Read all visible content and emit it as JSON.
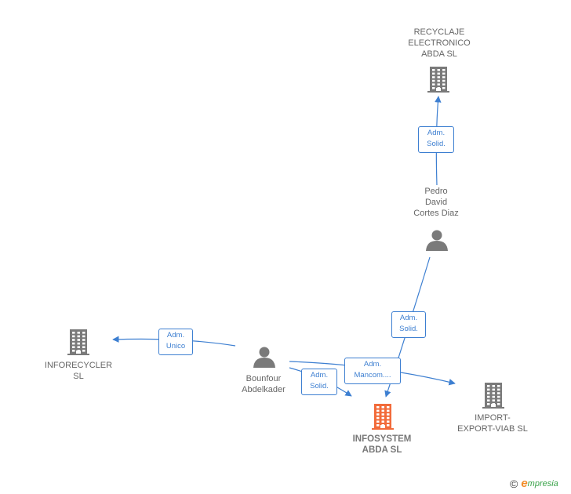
{
  "nodes": [
    {
      "id": "recyclaje",
      "type": "company",
      "label": "RECYCLAJE\nELECTRONICO\nABDA  SL",
      "highlight": false
    },
    {
      "id": "pedro",
      "type": "person",
      "label": "Pedro\nDavid\nCortes Diaz",
      "highlight": false
    },
    {
      "id": "inforecycler",
      "type": "company",
      "label": "INFORECYCLER\nSL",
      "highlight": false
    },
    {
      "id": "bounfour",
      "type": "person",
      "label": "Bounfour\nAbdelkader",
      "highlight": false
    },
    {
      "id": "infosystem",
      "type": "company",
      "label": "INFOSYSTEM\nABDA  SL",
      "highlight": true
    },
    {
      "id": "import",
      "type": "company",
      "label": "IMPORT-\nEXPORT-VIAB SL",
      "highlight": false
    }
  ],
  "edges": [
    {
      "id": "e1",
      "from": "pedro",
      "to": "recyclaje",
      "label": "Adm.\nSolid."
    },
    {
      "id": "e2",
      "from": "bounfour",
      "to": "inforecycler",
      "label": "Adm.\nUnico"
    },
    {
      "id": "e3",
      "from": "pedro",
      "to": "infosystem",
      "label": "Adm.\nSolid."
    },
    {
      "id": "e4",
      "from": "bounfour",
      "to": "infosystem",
      "label": "Adm.\nSolid."
    },
    {
      "id": "e5",
      "from": "bounfour",
      "to": "import",
      "label": "Adm.\nMancom...."
    }
  ],
  "colors": {
    "edge": "#3d7fd1",
    "company_icon": "#7a7a7a",
    "person_icon": "#7a7a7a",
    "highlight_icon": "#f26b3a",
    "label_text": "#666666"
  },
  "footer": {
    "copyright": "©",
    "brand_initial": "e",
    "brand_rest": "mpresia"
  }
}
